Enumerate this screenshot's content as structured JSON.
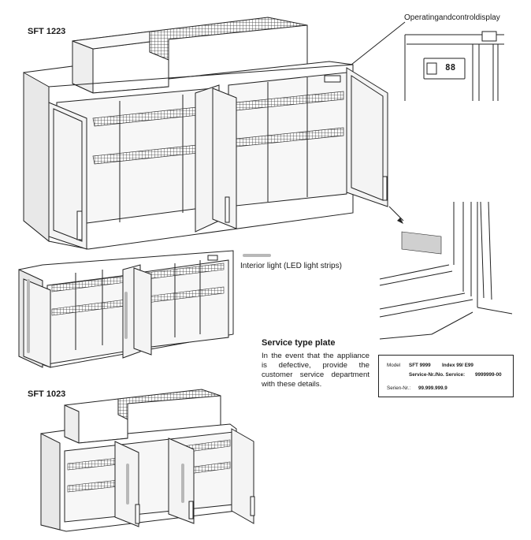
{
  "labels": {
    "model_top": "SFT 1223",
    "model_bottom": "SFT 1023",
    "display_caption": "Operatingandcontroldisplay",
    "led_caption": "Interior light (LED light strips)"
  },
  "service": {
    "title": "Service type plate",
    "text": "In the event that the appliance is defective, provide the customer service department with these details."
  },
  "plate": {
    "model_label": "Model",
    "model_value": "SFT 9999",
    "index_value": "Index 99/ E99",
    "service_label": "Service-Nr./No. Service:",
    "service_value": "9999999-00",
    "serial_label": "Serien-Nr.:",
    "serial_value": "99.999.999.9"
  },
  "display": {
    "readout": "88"
  },
  "colors": {
    "line": "#222222",
    "led_strip": "#b8b8b8",
    "glass": "#f4f4f4"
  }
}
